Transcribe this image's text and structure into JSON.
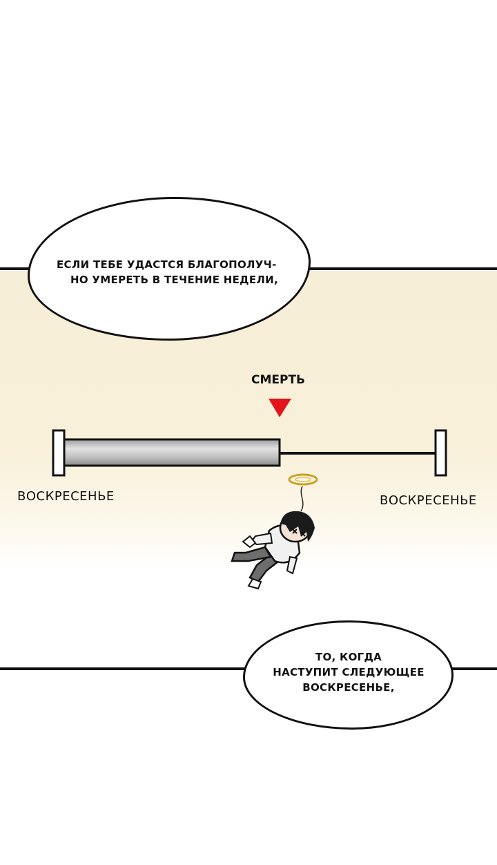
{
  "bubble_top": {
    "line1": "ЕСЛИ ТЕБЕ УДАСТСЯ БЛАГОПОЛУЧ-",
    "line2": "НО УМЕРЕТЬ В ТЕЧЕНИЕ НЕДЕЛИ,"
  },
  "timeline": {
    "death_label": "СМЕРТЬ",
    "start_label": "ВОСКРЕСЕНЬЕ",
    "end_label": "ВОСКРЕСЕНЬЕ",
    "progress": 0.58,
    "marker_color": "#e3141c"
  },
  "bubble_bottom": {
    "line1": "ТО, КОГДА",
    "line2": "НАСТУПИТ СЛЕДУЮЩЕЕ",
    "line3": "ВОСКРЕСЕНЬЕ,"
  },
  "colors": {
    "panel_bg": "#f7eed7",
    "ink": "#111111",
    "bar_fill": "#c9c9c9"
  }
}
